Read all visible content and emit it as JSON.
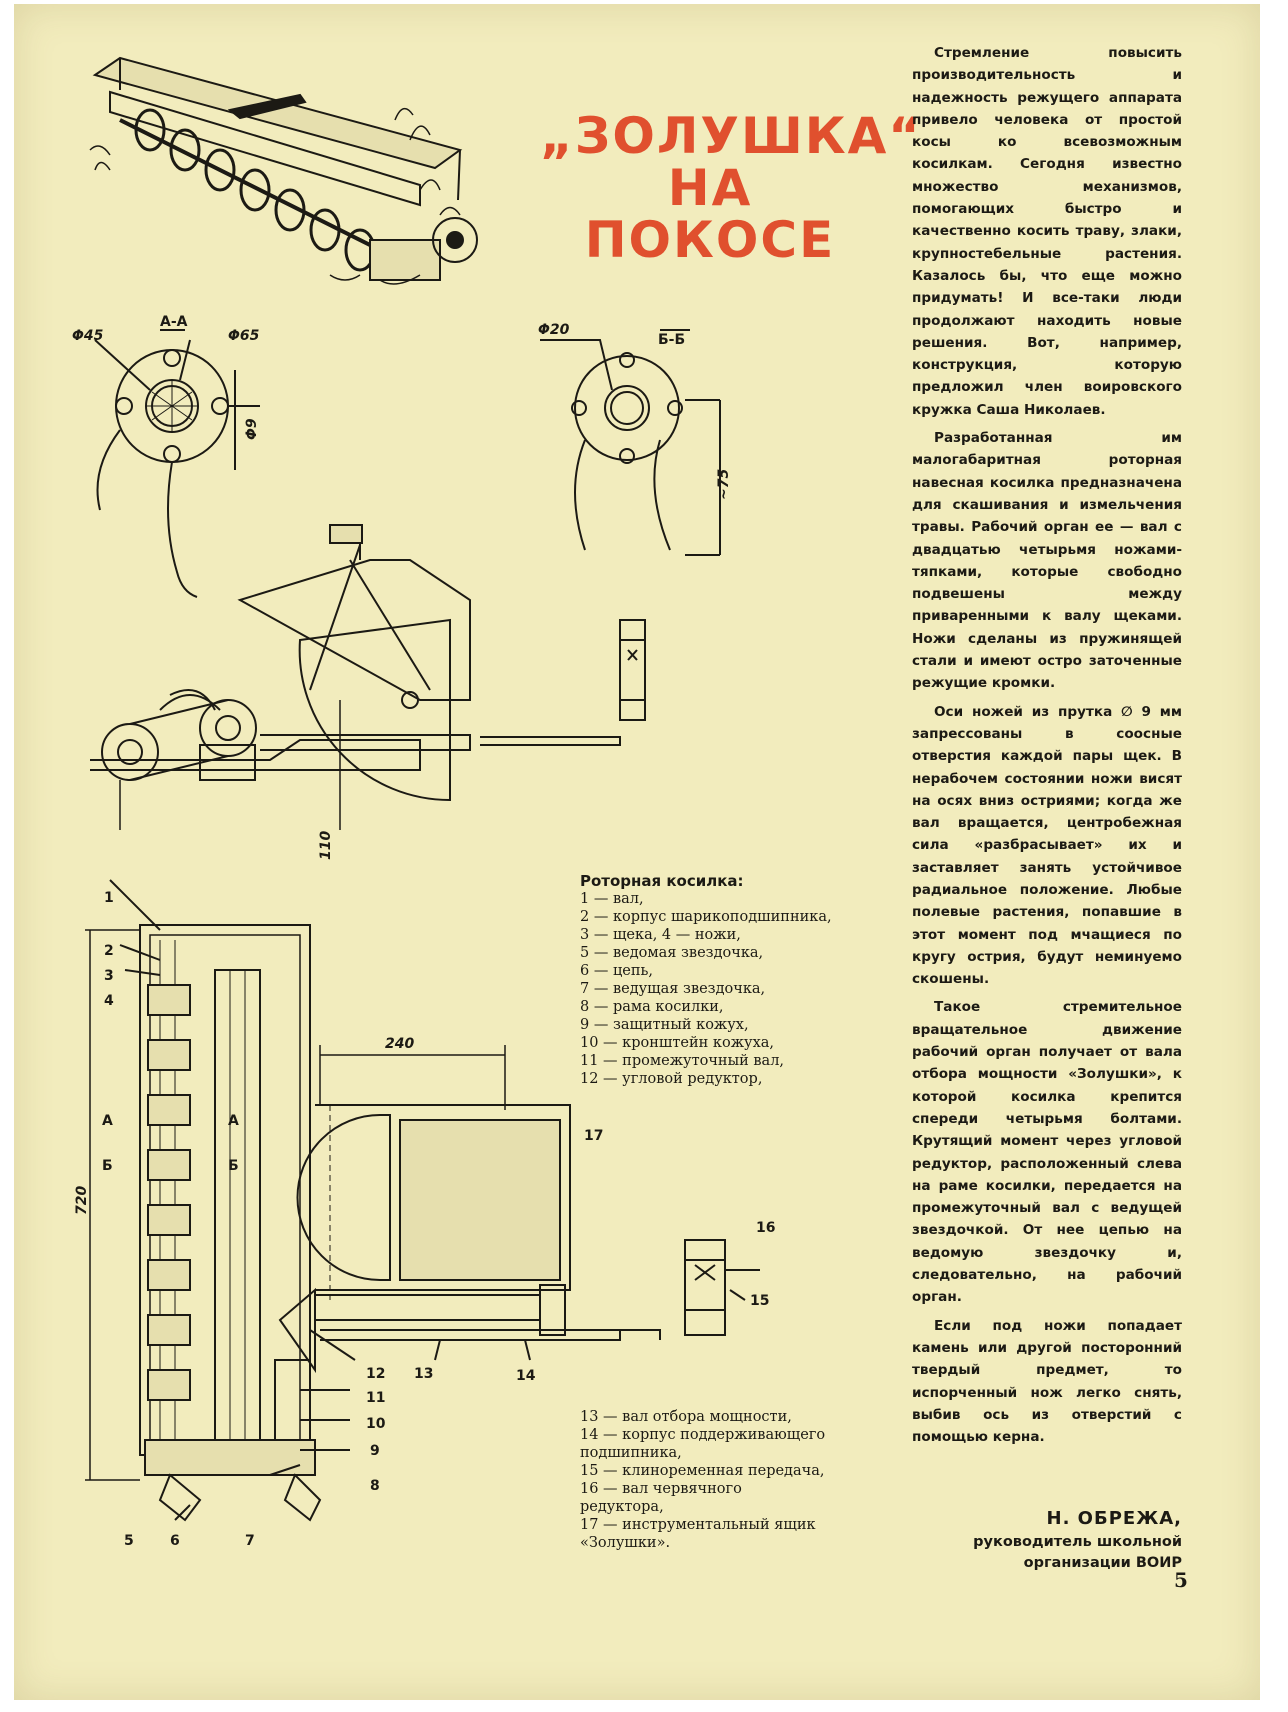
{
  "title": {
    "line1": "„ЗОЛУШКА“",
    "line2": "НА ПОКОСЕ"
  },
  "article": {
    "paragraphs": [
      "Стремление повысить производительность и надежность режущего аппарата привело человека от простой косы ко всевозможным косилкам. Сегодня известно множество механизмов, помогающих быстро и качественно косить траву, злаки, крупностебельные растения. Казалось бы, что еще можно придумать! И все-таки люди продолжают находить новые решения. Вот, например, конструкция, которую предложил член воировского кружка Саша Николаев.",
      "Разработанная им малогабаритная роторная навесная косилка предназначена для скашивания и измельчения травы. Рабочий орган ее — вал с двадцатью четырьмя ножами-тяпками, которые свободно подвешены между приваренными к валу щеками. Ножи сделаны из пружинящей стали и имеют остро заточенные режущие кромки.",
      "Оси ножей из прутка ∅ 9 мм запрессованы в соосные отверстия каждой пары щек. В нерабочем состоянии ножи висят на осях вниз остриями; когда же вал вращается, центробежная сила «разбрасывает» их и заставляет занять устойчивое радиальное положение. Любые полевые растения, попавшие в этот момент под мчащиеся по кругу острия, будут неминуемо скошены.",
      "Такое стремительное вращательное движение рабочий орган получает от вала отбора мощности «Золушки», к которой косилка крепится спереди четырьмя болтами. Крутящий момент через угловой редуктор, расположенный слева на раме косилки, передается на промежуточный вал с ведущей звездочкой. От нее цепью на ведомую звездочку и, следовательно, на рабочий орган.",
      "Если под ножи попадает камень или другой посторонний твердый предмет, то испорченный нож легко снять, выбив ось из отверстий с помощью керна."
    ]
  },
  "author": {
    "name": "Н. ОБРЕЖА,",
    "role_line1": "руководитель школьной",
    "role_line2": "организации ВОИР"
  },
  "page_number": "5",
  "legend1": {
    "heading": "Роторная косилка:",
    "items": [
      "1 — вал,",
      "2 — корпус шарикоподшипника,",
      "3 — щека, 4 — ножи,",
      "5 — ведомая звездочка,",
      "6 — цепь,",
      "7 — ведущая звездочка,",
      "8 — рама косилки,",
      "9 — защитный кожух,",
      "10 — кронштейн кожуха,",
      "11 — промежуточный вал,",
      "12 — угловой редуктор,"
    ]
  },
  "legend2": {
    "items": [
      "13 — вал отбора мощности,",
      "14 — корпус поддерживающего",
      "подшипника,",
      "15 — клиноременная передача,",
      "16 — вал червячного",
      "редуктора,",
      "17 — инструментальный ящик",
      "«Золушки»."
    ]
  },
  "drawing": {
    "section_aa": "А-А",
    "d45": "Φ45",
    "d65": "Φ65",
    "d9": "Φ9",
    "section_bb": "Б-Б",
    "d20": "Φ20",
    "dim75": "~75",
    "dim110": "110",
    "dim240": "240",
    "dim720": "720",
    "mark_a": "А",
    "mark_b": "Б",
    "n1": "1",
    "n2": "2",
    "n3": "3",
    "n4": "4",
    "n5": "5",
    "n6": "6",
    "n7": "7",
    "n8": "8",
    "n9": "9",
    "n10": "10",
    "n11": "11",
    "n12": "12",
    "n13": "13",
    "n14": "14",
    "n15": "15",
    "n16": "16",
    "n17": "17"
  },
  "colors": {
    "paper": "#f2ecbd",
    "title": "#e0502e",
    "ink": "#1c1a14"
  }
}
